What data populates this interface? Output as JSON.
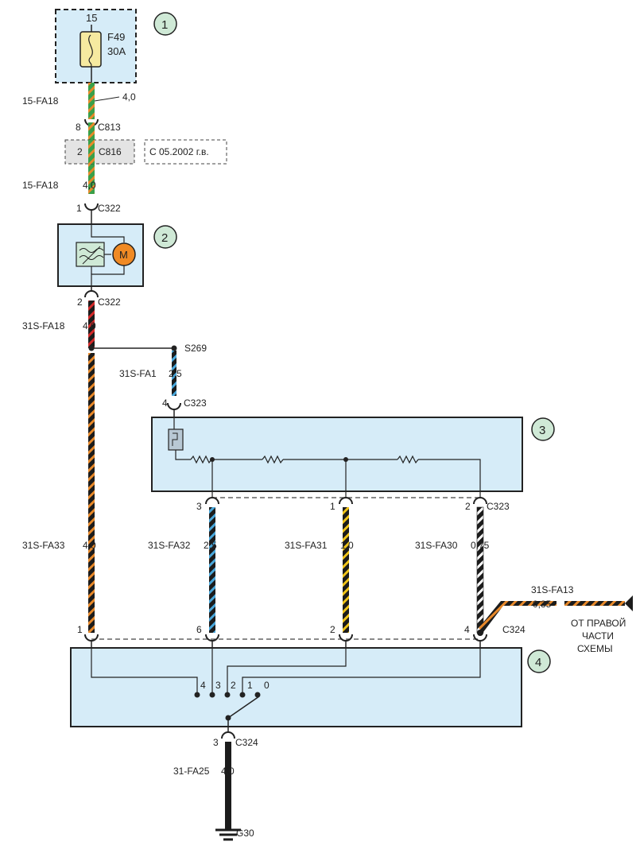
{
  "colors": {
    "box_fill": "#d6ecf8",
    "callout_fill": "#cfe9d6",
    "motor_fill": "#f08a24",
    "wire_black": "#1c1c1c",
    "wire_orange": "#e8892a",
    "wire_green": "#39a04a",
    "wire_blue": "#4aa8dc",
    "wire_yellow": "#f0c419",
    "wire_red": "#d42a2a",
    "wire_white": "#ffffff",
    "grey_fill": "#e4e4e4"
  },
  "fuse": {
    "pin": "15",
    "name": "F49",
    "rating": "30A"
  },
  "callouts": [
    "1",
    "2",
    "3",
    "4"
  ],
  "wires": {
    "w15_fa18_top": {
      "id": "15-FA18",
      "gauge": "4,0"
    },
    "w15_fa18_mid": {
      "id": "15-FA18",
      "gauge": "4,0"
    },
    "w31s_fa18": {
      "id": "31S-FA18",
      "gauge": "4,0"
    },
    "w31s_fa1": {
      "id": "31S-FA1",
      "gauge": "2,5"
    },
    "w31s_fa33": {
      "id": "31S-FA33",
      "gauge": "4,0"
    },
    "w31s_fa32": {
      "id": "31S-FA32",
      "gauge": "2,5"
    },
    "w31s_fa31": {
      "id": "31S-FA31",
      "gauge": "1,0"
    },
    "w31s_fa30": {
      "id": "31S-FA30",
      "gauge": "0,75"
    },
    "w31s_fa13": {
      "id": "31S-FA13",
      "gauge": "0,35"
    },
    "w31_fa25": {
      "id": "31-FA25",
      "gauge": "4,0"
    }
  },
  "connectors": {
    "c813": {
      "pin": "8",
      "name": "C813"
    },
    "c816": {
      "pin": "2",
      "name": "C816"
    },
    "c322_top": {
      "pin": "1",
      "name": "C322"
    },
    "c322_bot": {
      "pin": "2",
      "name": "C322"
    },
    "c323_top": {
      "pin": "4",
      "name": "C323"
    },
    "c323_pins": [
      "3",
      "1",
      "2"
    ],
    "c323_name": "C323",
    "c324_pins": [
      "1",
      "6",
      "2",
      "4"
    ],
    "c324_name": "C324",
    "c324_bot": {
      "pin": "3",
      "name": "C324"
    }
  },
  "date_note": "С 05.2002 г.в.",
  "splice": "S269",
  "ground": "G30",
  "motor_symbol": "M",
  "switch_positions": [
    "4",
    "3",
    "2",
    "1",
    "0"
  ],
  "from_right": [
    "ОТ ПРАВОЙ",
    "ЧАСТИ",
    "СХЕМЫ"
  ]
}
